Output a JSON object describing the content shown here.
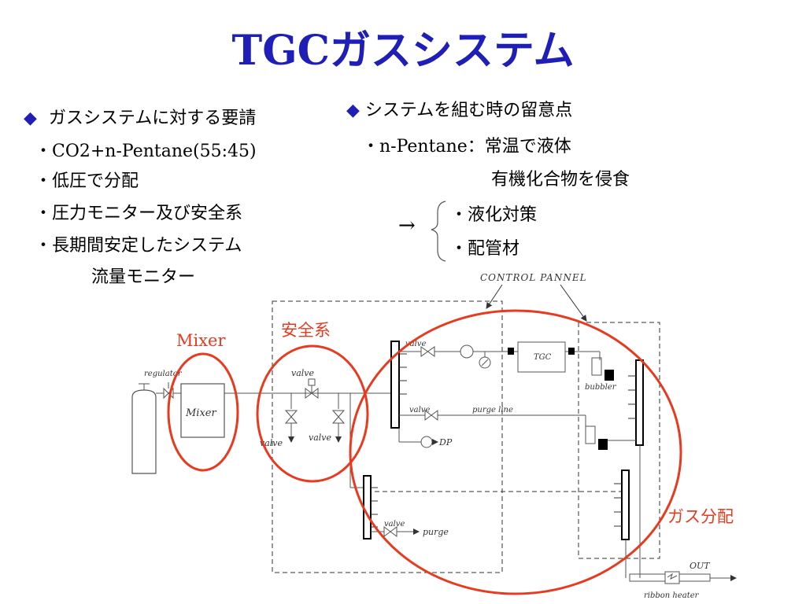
{
  "title": "TGCガスシステム",
  "requirements": {
    "bullet": "◆",
    "heading": "ガスシステムに対する要請",
    "items": [
      "・CO2+n-Pentane(55:45)",
      "・低圧で分配",
      "・圧力モニター及び安全系",
      "・長期間安定したシステム",
      "流量モニター"
    ]
  },
  "considerations": {
    "bullet": "◆",
    "heading": "システムを組む時の留意点",
    "line1": "・n-Pentane：常温で液体",
    "line2": "有機化合物を侵食",
    "arrow": "→",
    "subitems": [
      "・液化対策",
      "・配管材"
    ]
  },
  "diagram": {
    "control_pannel": "CONTROL PANNEL",
    "mixer_callout": "Mixer",
    "safety_callout": "安全系",
    "distribution_callout": "ガス分配",
    "regulator": "regulator",
    "mixer_box": "Mixer",
    "valve": "valve",
    "tgc": "TGC",
    "bubbler": "bubbler",
    "purge_line": "purge line",
    "dp": "DP",
    "purge": "purge",
    "out": "OUT",
    "ribbon_heater": "ribbon heater"
  },
  "colors": {
    "title": "#1f1fb8",
    "callout": "#e83a1f"
  }
}
